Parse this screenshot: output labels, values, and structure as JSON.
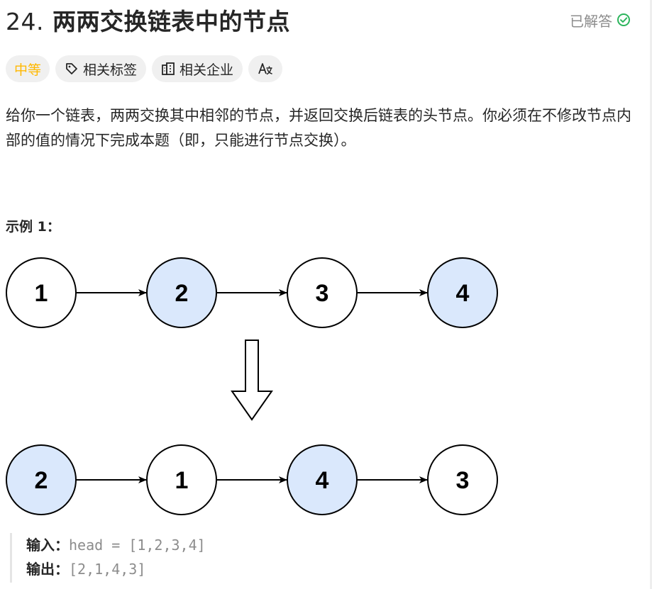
{
  "problem": {
    "number": "24.",
    "title": "两两交换链表中的节点",
    "solved_label": "已解答",
    "colors": {
      "solved": "#2db55d",
      "difficulty": "#ffb800",
      "node_fill": "#dae8fc"
    }
  },
  "tags": {
    "difficulty": "中等",
    "related_topics": "相关标签",
    "related_companies": "相关企业",
    "translate_icon": "translate-icon"
  },
  "description": "给你一个链表，两两交换其中相邻的节点，并返回交换后链表的头节点。你必须在不修改节点内部的值的情况下完成本题（即，只能进行节点交换）。",
  "example": {
    "title": "示例 1：",
    "diagram": {
      "before": [
        "1",
        "2",
        "3",
        "4"
      ],
      "after": [
        "2",
        "1",
        "4",
        "3"
      ]
    },
    "input_label": "输入：",
    "input_value": "head = [1,2,3,4]",
    "output_label": "输出：",
    "output_value": "[2,1,4,3]"
  }
}
